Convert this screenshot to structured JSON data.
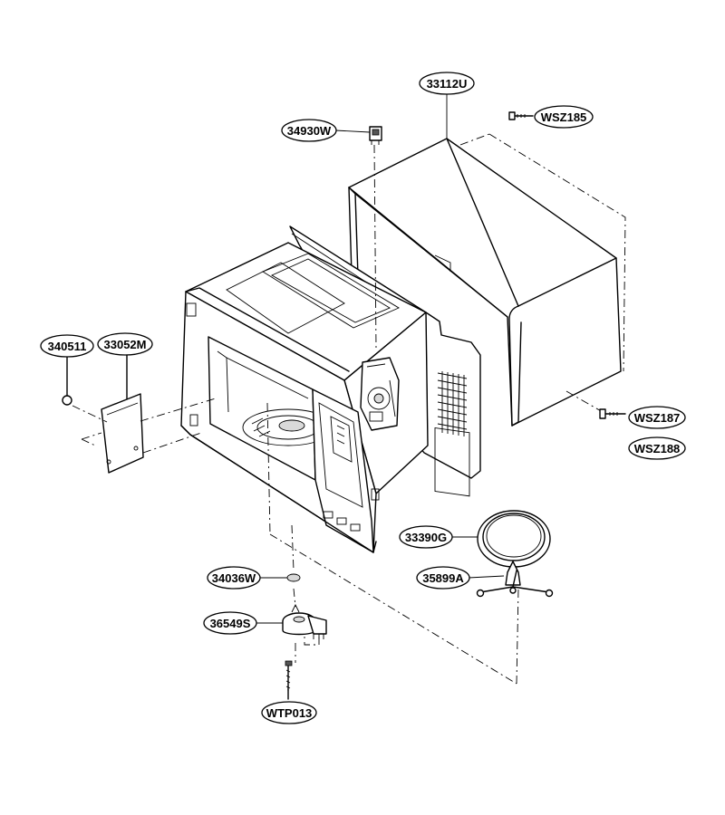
{
  "parts": [
    {
      "id": "p33112U",
      "label": "33112U"
    },
    {
      "id": "pWSZ185",
      "label": "WSZ185"
    },
    {
      "id": "p34930W",
      "label": "34930W"
    },
    {
      "id": "p340511",
      "label": "340511"
    },
    {
      "id": "p33052M",
      "label": "33052M"
    },
    {
      "id": "pWSZ187",
      "label": "WSZ187"
    },
    {
      "id": "pWSZ188",
      "label": "WSZ188"
    },
    {
      "id": "p33390G",
      "label": "33390G"
    },
    {
      "id": "p35899A",
      "label": "35899A"
    },
    {
      "id": "p34036W",
      "label": "34036W"
    },
    {
      "id": "p36549S",
      "label": "36549S"
    },
    {
      "id": "pWTP013",
      "label": "WTP013"
    }
  ]
}
